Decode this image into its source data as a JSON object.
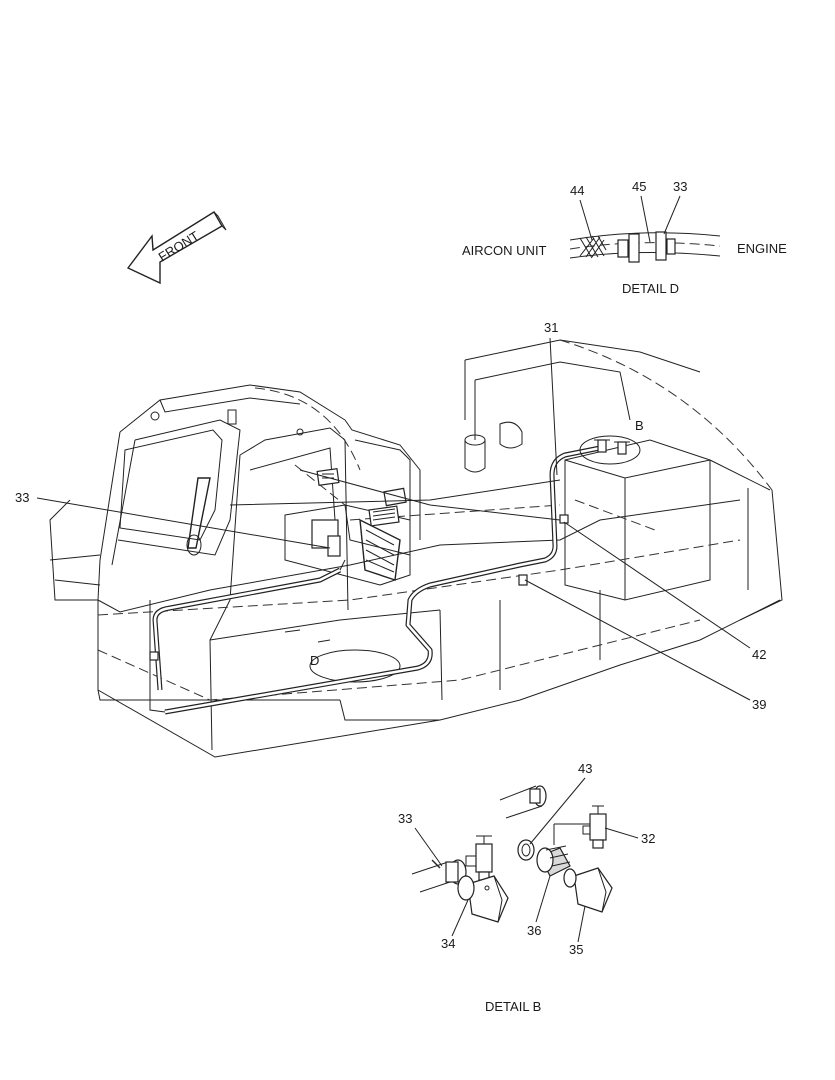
{
  "front_arrow": {
    "label": "FRONT"
  },
  "detail_d": {
    "title": "DETAIL  D",
    "left_label": "AIRCON UNIT",
    "right_label": "ENGINE",
    "callouts": [
      "44",
      "45",
      "33"
    ]
  },
  "main_view": {
    "callouts": {
      "c31": "31",
      "c33": "33",
      "c42": "42",
      "c39": "39",
      "cB": "B",
      "cD": "D"
    }
  },
  "detail_b": {
    "title": "DETAIL  B",
    "callouts": {
      "c43": "43",
      "c33": "33",
      "c32": "32",
      "c34": "34",
      "c36": "36",
      "c35": "35"
    }
  }
}
